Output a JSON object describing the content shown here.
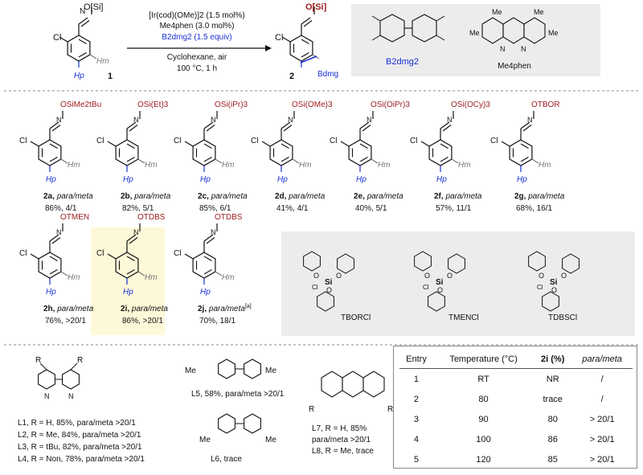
{
  "scheme": {
    "reagent_line1": "[Ir(cod)(OMe)]2 (1.5 mol%)",
    "reagent_line2": "Me4phen (3.0 mol%)",
    "reagent_line3": "B2dmg2 (1.5 equiv)",
    "reagent_line4": "Cyclohexane, air",
    "reagent_line5": "100 °C, 1 h",
    "sm_label": "1",
    "product_label": "2",
    "osi": "O[Si]",
    "cl": "Cl",
    "hm": "Hm",
    "hp": "Hp",
    "n": "N",
    "bdmg": "Bdmg",
    "b2dmg2": "B2dmg2",
    "me4phen": "Me4phen"
  },
  "substrates": [
    {
      "id": "2a",
      "group": "OSiMe2tBu",
      "ratio": "86%, 4/1"
    },
    {
      "id": "2b",
      "group": "OSi(Et)3",
      "ratio": "82%, 5/1"
    },
    {
      "id": "2c",
      "group": "OSi(iPr)3",
      "ratio": "85%, 6/1"
    },
    {
      "id": "2d",
      "group": "OSi(OMe)3",
      "ratio": "41%, 4/1"
    },
    {
      "id": "2e",
      "group": "OSi(OiPr)3",
      "ratio": "40%, 5/1"
    },
    {
      "id": "2f",
      "group": "OSi(OCy)3",
      "ratio": "57%, 11/1"
    },
    {
      "id": "2g",
      "group": "OTBOR",
      "ratio": "68%, 16/1"
    },
    {
      "id": "2h",
      "group": "OTMEN",
      "ratio": "76%, >20/1"
    },
    {
      "id": "2i",
      "group": "OTDBS",
      "ratio": "86%, >20/1"
    },
    {
      "id": "2j",
      "group": "OTDBS",
      "ratio": "70%, 18/1"
    }
  ],
  "pm_label": "para/meta",
  "footnote_a": "[a]",
  "silyl_labels": [
    "TBORCl",
    "TMENCl",
    "TDBSCl"
  ],
  "si_o": {
    "si": "Si",
    "o": "O",
    "cl": "Cl"
  },
  "ligands": {
    "L1": "L1, R = H, 85%, para/meta >20/1",
    "L2": "L2, R = Me, 84%, para/meta >20/1",
    "L3": "L3, R = tBu, 82%, para/meta >20/1",
    "L4": "L4, R = Non, 78%, para/meta >20/1",
    "L5": "L5, 58%, para/meta >20/1",
    "L6": "L6, trace",
    "L7a": "L7, R = H, 85%",
    "L7b": "para/meta >20/1",
    "L8": "L8, R = Me, trace",
    "R": "R",
    "Me": "Me"
  },
  "table": {
    "headers": [
      "Entry",
      "Temperature (°C)",
      "2i (%)",
      "para/meta"
    ],
    "rows": [
      [
        "1",
        "RT",
        "NR",
        "/"
      ],
      [
        "2",
        "80",
        "trace",
        "/"
      ],
      [
        "3",
        "90",
        "80",
        "> 20/1"
      ],
      [
        "4",
        "100",
        "86",
        "> 20/1"
      ],
      [
        "5",
        "120",
        "85",
        "> 20/1"
      ]
    ]
  },
  "colors": {
    "red": "#9b1b1b",
    "blue": "#1a2fd6",
    "highlight": "#fdf8d8",
    "panel": "#ececec"
  }
}
